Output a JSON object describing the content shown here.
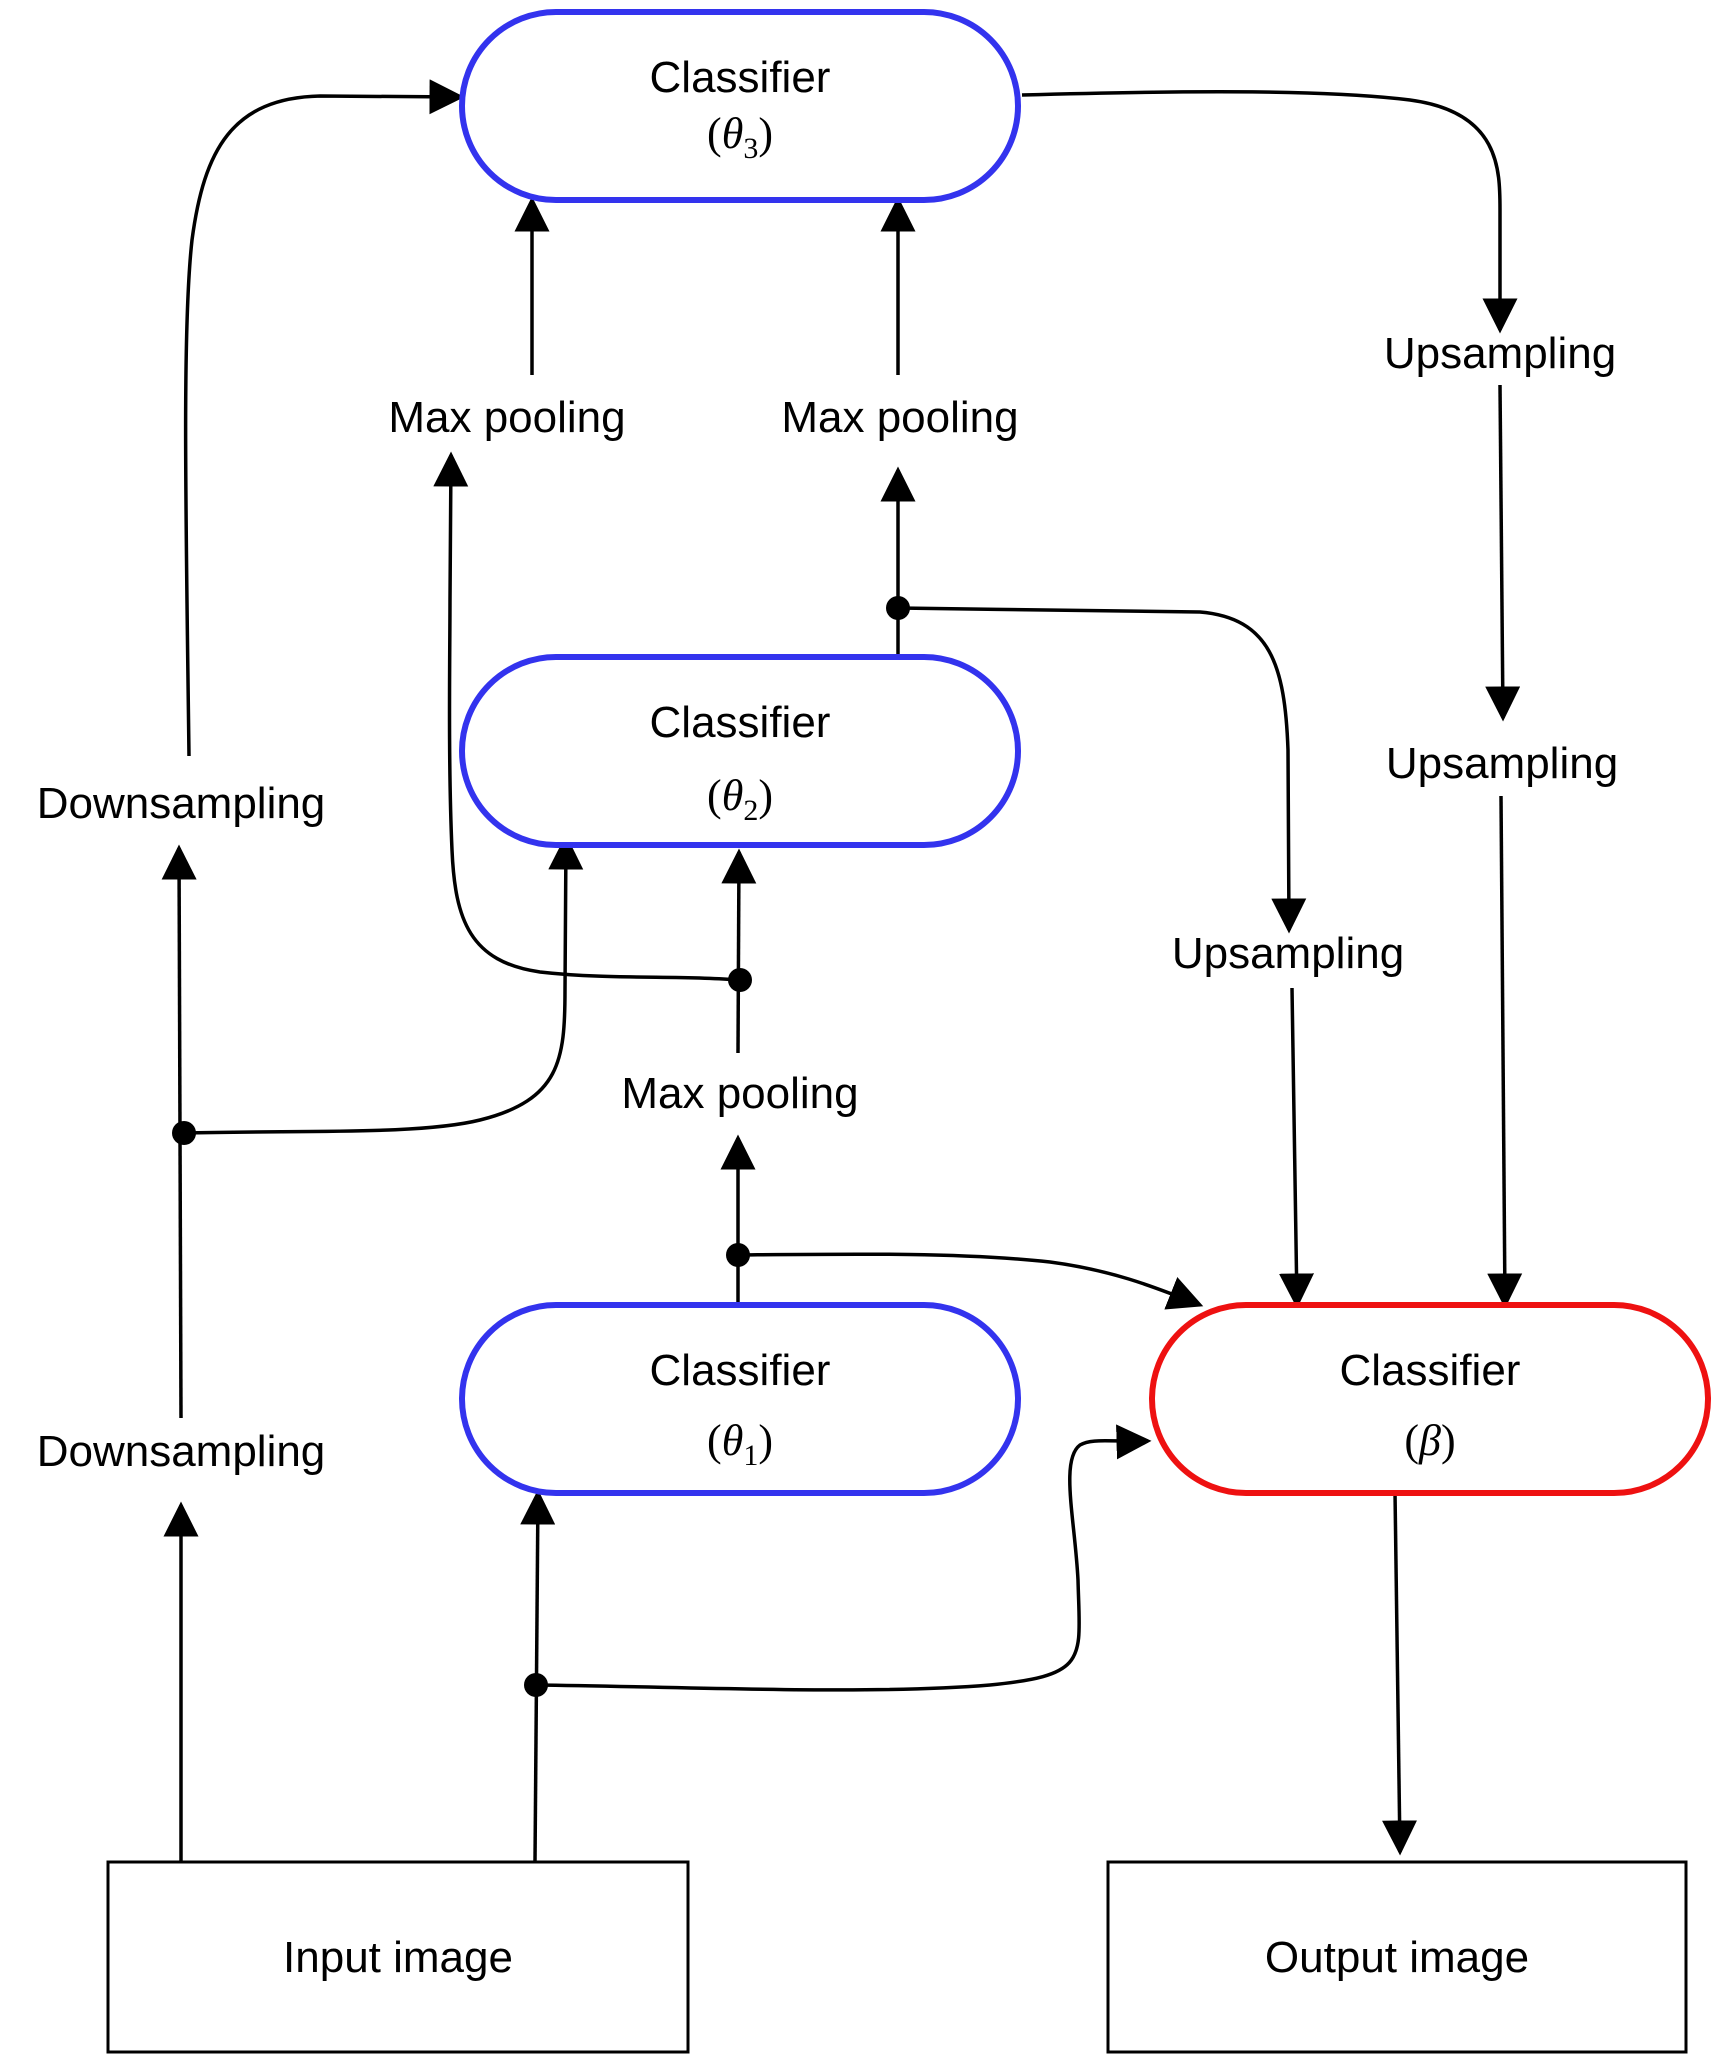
{
  "nodes": {
    "classifier_theta3": {
      "title": "Classifier",
      "param_symbol": "θ",
      "param_sub": "3"
    },
    "classifier_theta2": {
      "title": "Classifier",
      "param_symbol": "θ",
      "param_sub": "2"
    },
    "classifier_theta1": {
      "title": "Classifier",
      "param_symbol": "θ",
      "param_sub": "1"
    },
    "classifier_beta": {
      "title": "Classifier",
      "param_symbol": "β",
      "param_sub": ""
    },
    "input_image": {
      "label": "Input image"
    },
    "output_image": {
      "label": "Output image"
    }
  },
  "ops": {
    "downsampling_low": "Downsampling",
    "downsampling_high": "Downsampling",
    "maxpool_mid": "Max pooling",
    "maxpool_top_left": "Max pooling",
    "maxpool_top_right": "Max pooling",
    "upsampling_top": "Upsampling",
    "upsampling_mid": "Upsampling",
    "upsampling_inner": "Upsampling"
  },
  "colors": {
    "theta_classifier_border": "#3333ee",
    "beta_classifier_border": "#ee1111",
    "edge": "#000000"
  }
}
